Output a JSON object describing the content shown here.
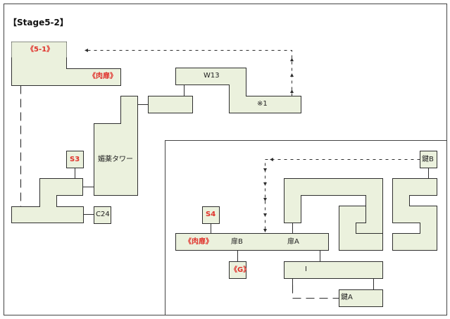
{
  "title": "【Stage5-2】",
  "rooms": {
    "room_5_1": "《5-1》",
    "niku_top": "《肉扉》",
    "w13": "W13",
    "note_1": "※1",
    "tower": "媚薬タワー",
    "s3": "S3",
    "c24": "C24",
    "key_b": "鍵B",
    "s4": "S4",
    "niku_bottom": "《肉扉》",
    "door_b": "扉B",
    "door_a": "扉A",
    "goal": "《G》",
    "i_marker": "I",
    "key_a": "鍵A"
  },
  "colors": {
    "room_fill": "#ebf1dd",
    "outline": "#2e2e2e",
    "label_red": "#e0302a",
    "background": "#ffffff"
  }
}
